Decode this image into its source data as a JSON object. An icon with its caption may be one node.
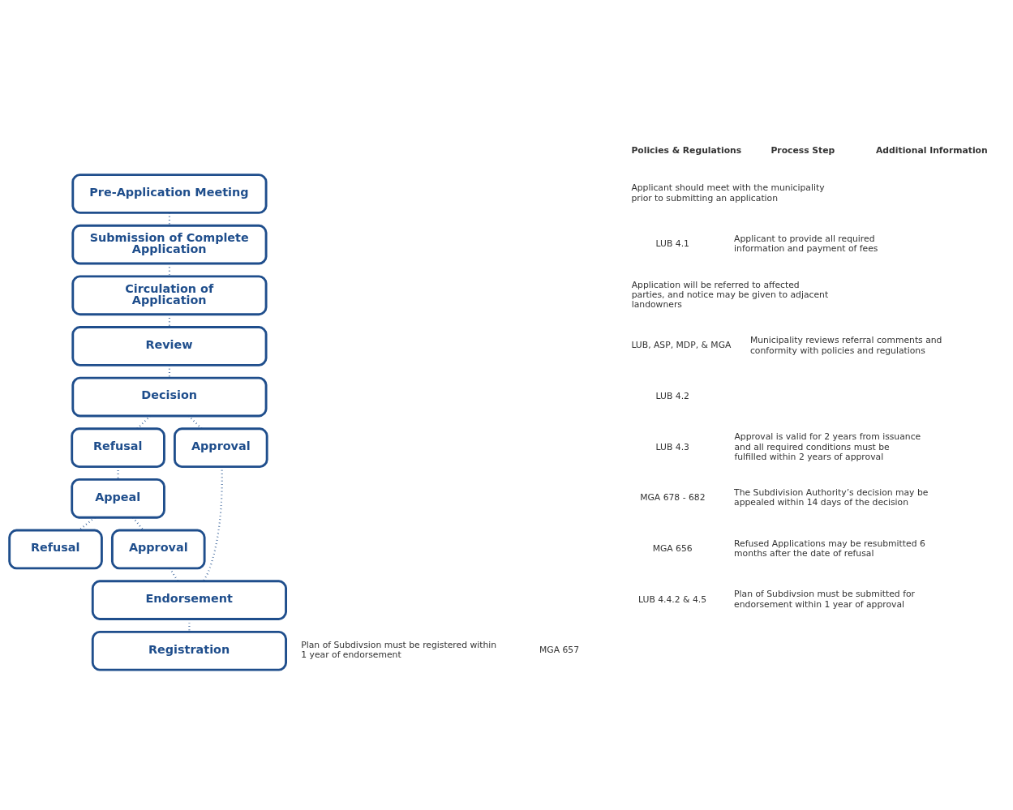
{
  "diagram": {
    "nodes": [
      {
        "text": [
          "Pre-Application Meeting"
        ]
      },
      {
        "text": [
          "Submission of Complete Application"
        ]
      },
      {
        "text": [
          "Circulation of Application"
        ]
      },
      {
        "text": [
          "Review"
        ]
      },
      {
        "text": [
          "Decision"
        ]
      },
      {
        "text": [
          "Refusal"
        ]
      },
      {
        "text": [
          "Approval"
        ]
      },
      {
        "text": [
          "Appeal"
        ]
      },
      {
        "text": [
          "Refusal"
        ]
      },
      {
        "text": [
          "Approval"
        ]
      },
      {
        "text": [
          "Endorsement"
        ]
      },
      {
        "text": [
          "Registration"
        ]
      }
    ],
    "edges": [
      {
        "from": 0,
        "to": 1,
        "arrow": "none"
      },
      {
        "from": 1,
        "to": 2,
        "arrow": "none"
      },
      {
        "from": 2,
        "to": 3,
        "arrow": "none"
      },
      {
        "from": 3,
        "to": 4,
        "arrow": "none"
      },
      {
        "from": 4,
        "to": 5,
        "arrow": "none"
      },
      {
        "from": 4,
        "to": 6,
        "arrow": "none"
      },
      {
        "from": 5,
        "to": 7,
        "arrow": "none"
      },
      {
        "from": 7,
        "to": 8,
        "arrow": "none"
      },
      {
        "from": 7,
        "to": 9,
        "arrow": "none"
      },
      {
        "from": 6,
        "to": 10,
        "arrow": "none"
      },
      {
        "from": 9,
        "to": 10,
        "arrow": "none"
      },
      {
        "from": 10,
        "to": 11,
        "arrow": "none"
      }
    ],
    "labels": [
      "Policies & Regulations",
      "Process Step",
      "Additional Information",
      "Applicant should meet with the municipality prior to submitting an application",
      "LUB 4.1",
      "Applicant to provide all required information and payment of fees",
      "Application will be referred to affected parties, and notice may be given to adjacent landowners",
      "LUB, ASP, MDP, & MGA",
      "Municipality reviews referral comments and conformity with policies and regulations",
      "LUB 4.2",
      "LUB 4.3",
      "Approval is valid for 2 years from issuance and all required conditions must be fulfilled within 2 years of approval",
      "MGA 678 - 682",
      "The Subdivision Authority’s decision may be appealed within 14 days of the decision",
      "MGA 656",
      "Refused Applications may be resubmitted 6 months after the date of refusal",
      "LUB 4.4.2 & 4.5",
      "Plan of Subdivsion must be submitted for endorsement within 1 year of approval",
      "MGA 657",
      "Plan of Subdivsion must be registered within 1 year of endorsement"
    ]
  }
}
